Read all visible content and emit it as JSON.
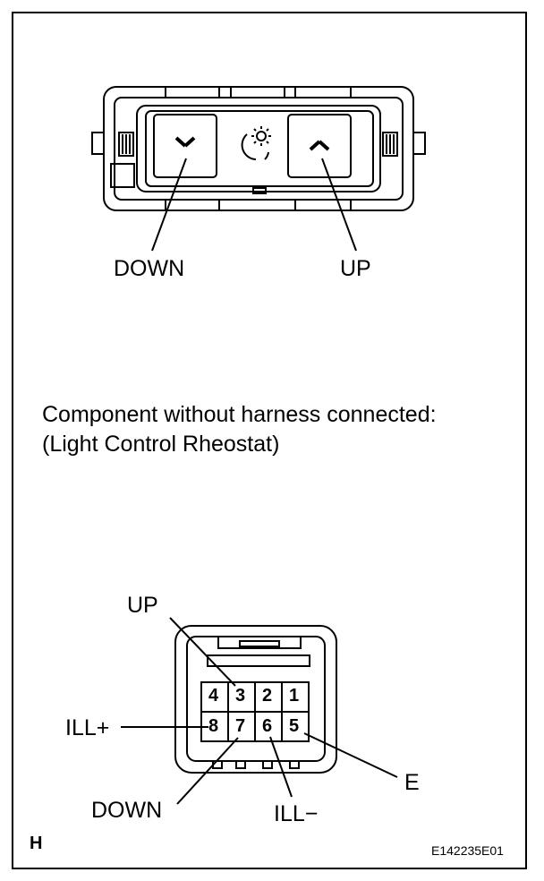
{
  "switch_labels": {
    "down": "DOWN",
    "up": "UP"
  },
  "caption": {
    "line1": "Component without harness connected:",
    "line2": "(Light Control Rheostat)"
  },
  "connector": {
    "pins_top": [
      "4",
      "3",
      "2",
      "1"
    ],
    "pins_bottom": [
      "8",
      "7",
      "6",
      "5"
    ],
    "labels": {
      "up": "UP",
      "ill_plus": "ILL+",
      "down": "DOWN",
      "ill_minus": "ILL−",
      "e": "E"
    }
  },
  "footer": {
    "code": "H",
    "figure_id": "E142235E01"
  }
}
